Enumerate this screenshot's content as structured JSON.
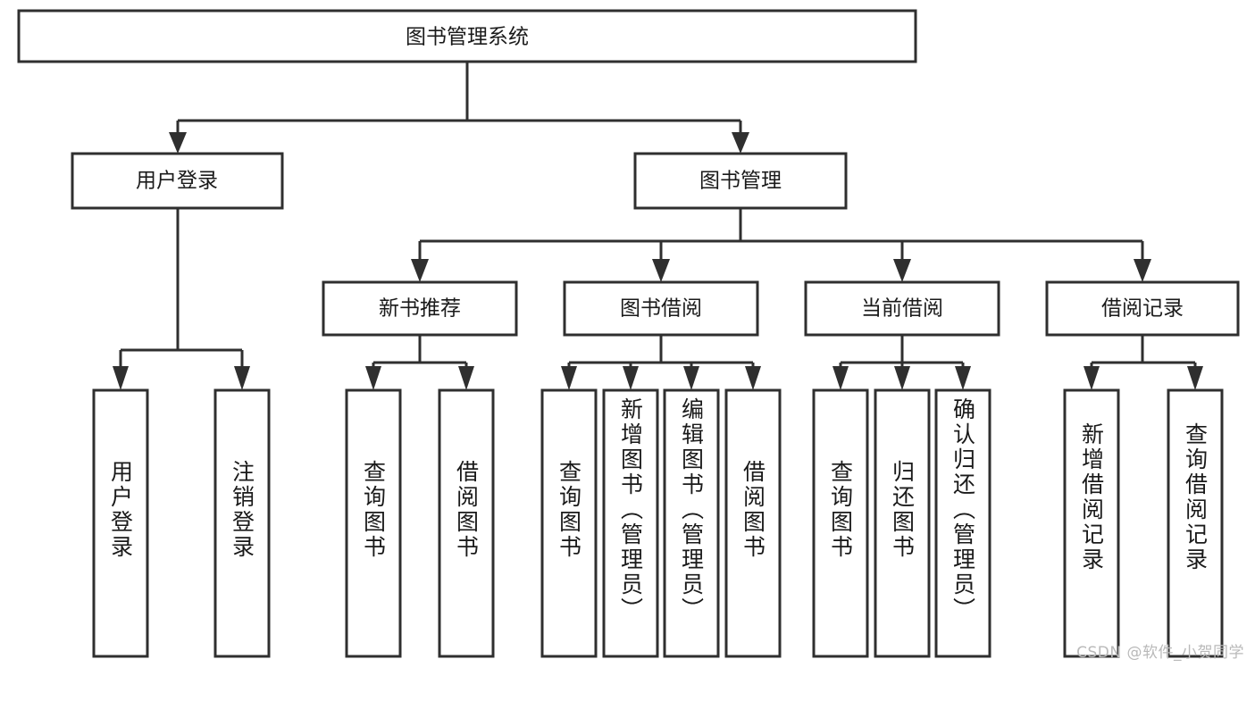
{
  "diagram": {
    "type": "tree-hierarchy",
    "title": "图书管理系统",
    "root": {
      "id": "root",
      "label": "图书管理系统",
      "orientation": "horizontal"
    },
    "level2": [
      {
        "id": "user-login",
        "label": "用户登录",
        "orientation": "horizontal"
      },
      {
        "id": "book-manage",
        "label": "图书管理",
        "orientation": "horizontal"
      }
    ],
    "level3": [
      {
        "id": "new-book-recommend",
        "label": "新书推荐",
        "parent": "book-manage",
        "orientation": "horizontal"
      },
      {
        "id": "book-borrow",
        "label": "图书借阅",
        "parent": "book-manage",
        "orientation": "horizontal"
      },
      {
        "id": "current-borrow",
        "label": "当前借阅",
        "parent": "book-manage",
        "orientation": "horizontal"
      },
      {
        "id": "borrow-record",
        "label": "借阅记录",
        "parent": "book-manage",
        "orientation": "horizontal"
      }
    ],
    "leaves": [
      {
        "id": "leaf-user-login",
        "label": "用户登录",
        "parent": "user-login",
        "orientation": "vertical"
      },
      {
        "id": "leaf-logout-login",
        "label": "注销登录",
        "parent": "user-login",
        "orientation": "vertical"
      },
      {
        "id": "leaf-query-book-1",
        "label": "查询图书",
        "parent": "new-book-recommend",
        "orientation": "vertical"
      },
      {
        "id": "leaf-borrow-book-1",
        "label": "借阅图书",
        "parent": "new-book-recommend",
        "orientation": "vertical"
      },
      {
        "id": "leaf-query-book-2",
        "label": "查询图书",
        "parent": "book-borrow",
        "orientation": "vertical"
      },
      {
        "id": "leaf-add-book",
        "label": "新增图书（管理员）",
        "parent": "book-borrow",
        "orientation": "vertical"
      },
      {
        "id": "leaf-edit-book",
        "label": "编辑图书（管理员）",
        "parent": "book-borrow",
        "orientation": "vertical"
      },
      {
        "id": "leaf-borrow-book-2",
        "label": "借阅图书",
        "parent": "book-borrow",
        "orientation": "vertical"
      },
      {
        "id": "leaf-query-book-3",
        "label": "查询图书",
        "parent": "current-borrow",
        "orientation": "vertical"
      },
      {
        "id": "leaf-return-book",
        "label": "归还图书",
        "parent": "current-borrow",
        "orientation": "vertical"
      },
      {
        "id": "leaf-confirm-return",
        "label": "确认归还（管理员）",
        "parent": "current-borrow",
        "orientation": "vertical"
      },
      {
        "id": "leaf-add-record",
        "label": "新增借阅记录",
        "parent": "borrow-record",
        "orientation": "vertical"
      },
      {
        "id": "leaf-query-record",
        "label": "查询借阅记录",
        "parent": "borrow-record",
        "orientation": "vertical"
      }
    ],
    "colors": {
      "stroke": "#2f2f2f",
      "fill": "#ffffff",
      "text": "#1a1a1a",
      "watermark": "#b9b9b9",
      "background": "#ffffff"
    }
  },
  "watermark": {
    "text": "CSDN @软件_小贺同学"
  }
}
